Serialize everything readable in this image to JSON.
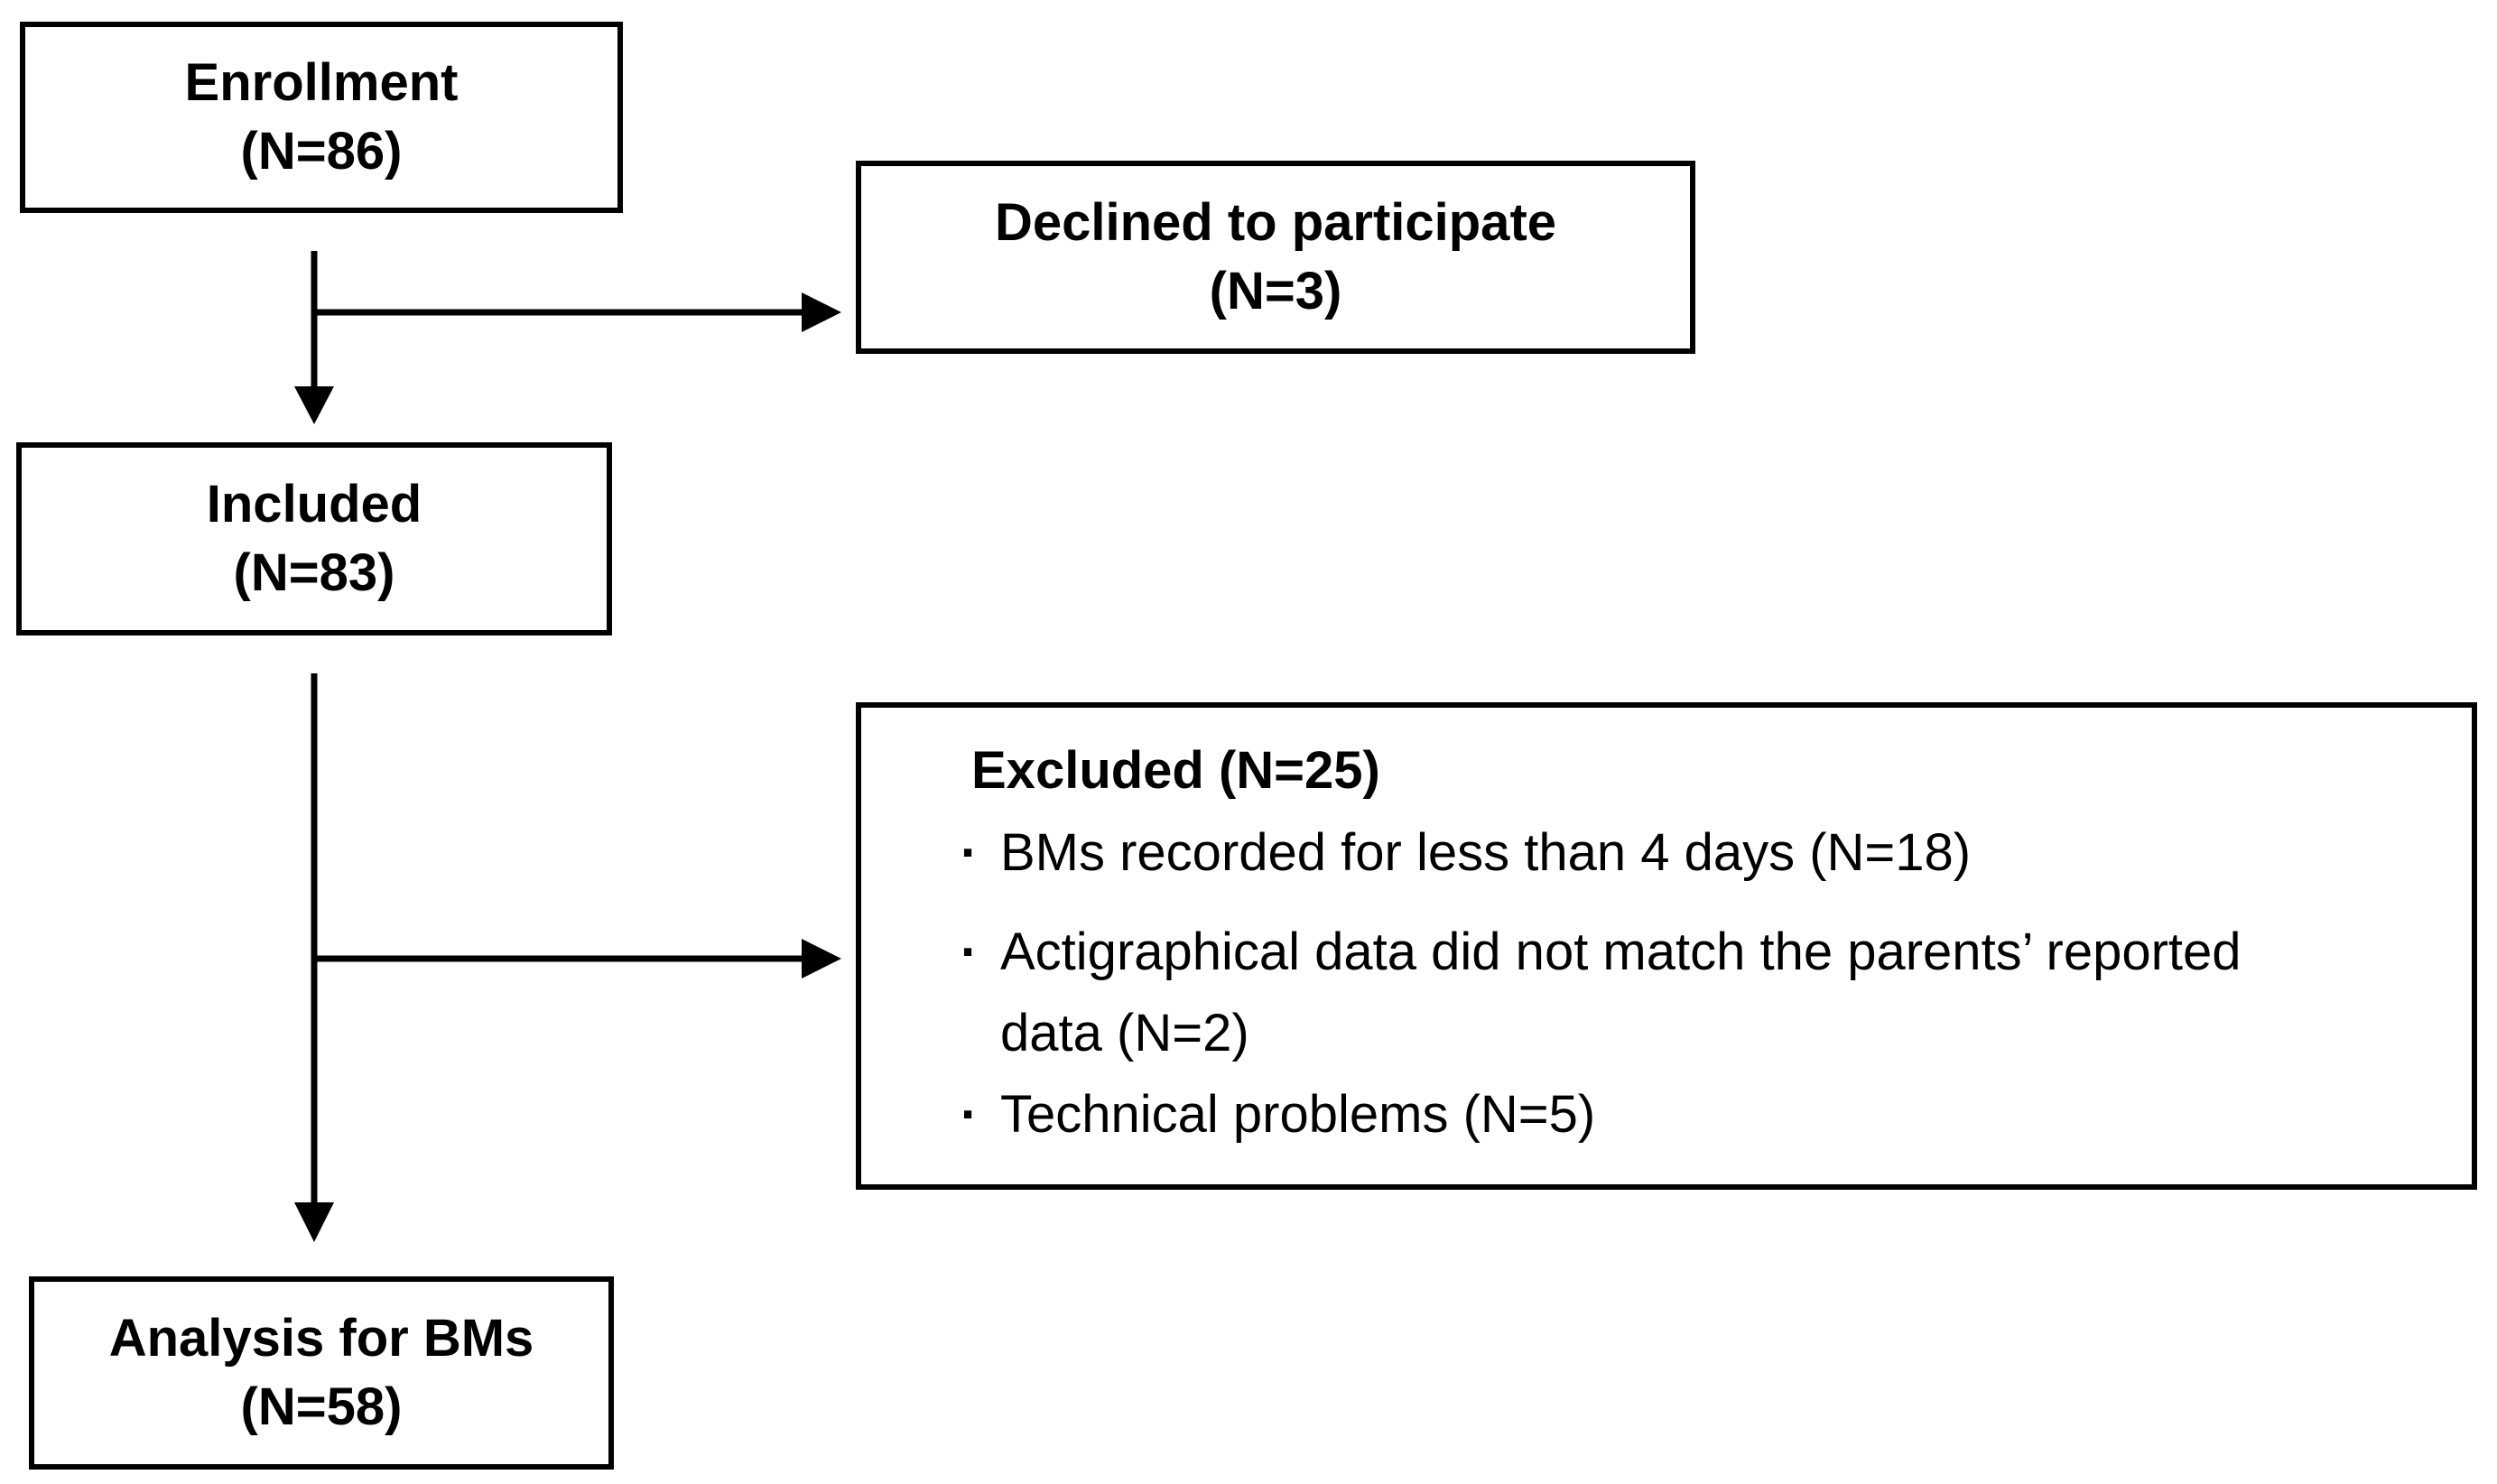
{
  "flowchart": {
    "enrollment": {
      "title": "Enrollment",
      "count": "(N=86)"
    },
    "declined": {
      "title": "Declined to participate",
      "count": "(N=3)"
    },
    "included": {
      "title": "Included",
      "count": "(N=83)"
    },
    "excluded": {
      "title": "Excluded (N=25)",
      "reasons": [
        {
          "line1": "BMs recorded for less than 4 days (N=18)"
        },
        {
          "line1": "Actigraphical data did not match the parents’ reported",
          "line2": "data (N=2)"
        },
        {
          "line1": "Technical problems (N=5)"
        }
      ]
    },
    "analysis": {
      "title": "Analysis for BMs",
      "count": "(N=58)"
    }
  },
  "colors": {
    "stroke": "#000000",
    "background": "#ffffff",
    "text": "#000000"
  }
}
